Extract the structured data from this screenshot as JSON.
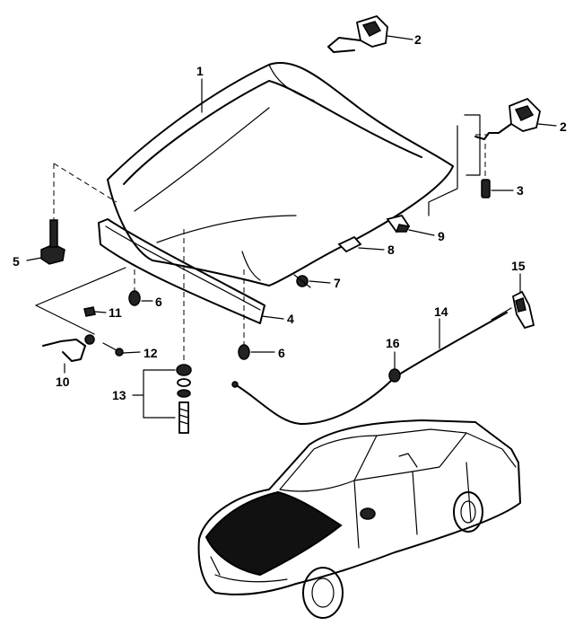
{
  "labels": {
    "p1": "1",
    "p2a": "2",
    "p2b": "2",
    "p3": "3",
    "p4": "4",
    "p5": "5",
    "p6a": "6",
    "p6b": "6",
    "p7": "7",
    "p8": "8",
    "p9": "9",
    "p10": "10",
    "p11": "11",
    "p12": "12",
    "p13": "13",
    "p14": "14",
    "p15": "15",
    "p16": "16"
  }
}
